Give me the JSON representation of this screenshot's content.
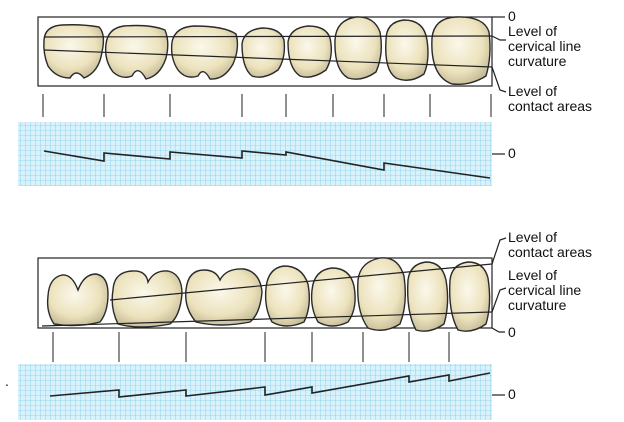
{
  "upper_arch": {
    "zero_top": "0",
    "cervical_label": [
      "Level of",
      "cervical line",
      "curvature"
    ],
    "contact_label": [
      "Level of",
      "contact areas"
    ],
    "zero_chart": "0"
  },
  "lower_arch": {
    "contact_label": [
      "Level of",
      "contact areas"
    ],
    "cervical_label": [
      "Level of",
      "cervical line",
      "curvature"
    ],
    "zero_bottom": "0",
    "zero_chart": "0"
  },
  "colors": {
    "grid_fill": "#d9f1fb",
    "grid_line": "#5fc3e4",
    "tooth_fill": "#efe6c4",
    "tooth_outline": "#2a2a2a",
    "line": "#222222"
  }
}
